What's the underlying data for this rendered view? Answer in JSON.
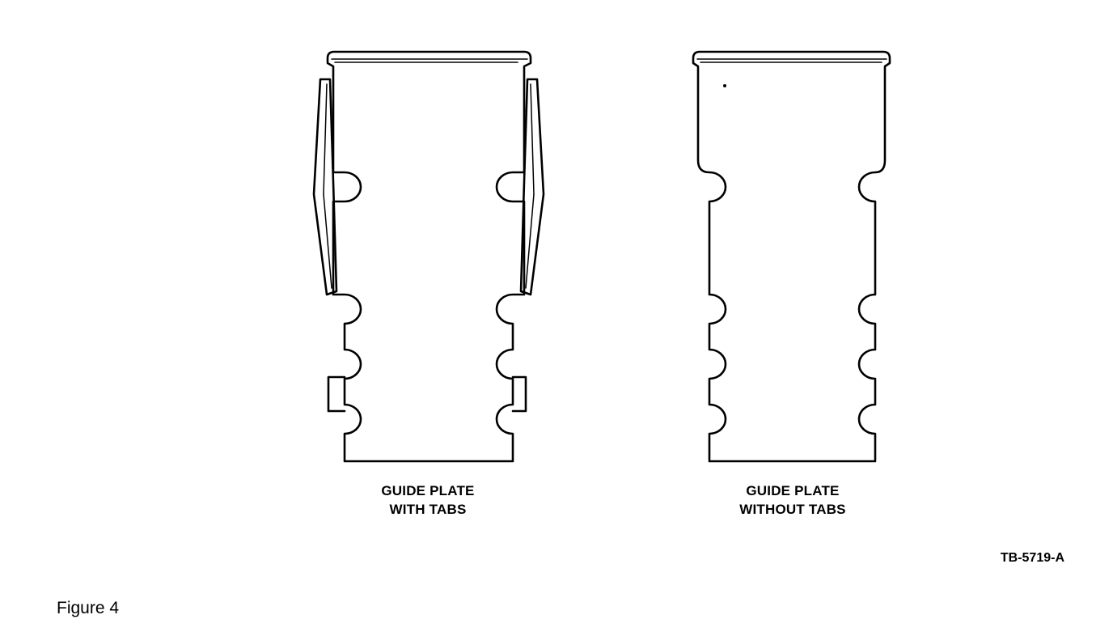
{
  "plates": [
    {
      "caption_line1": "GUIDE PLATE",
      "caption_line2": "WITH TABS",
      "has_tabs": true
    },
    {
      "caption_line1": "GUIDE PLATE",
      "caption_line2": "WITHOUT TABS",
      "has_tabs": false
    }
  ],
  "figure_code": "TB-5719-A",
  "figure_label": "Figure 4"
}
